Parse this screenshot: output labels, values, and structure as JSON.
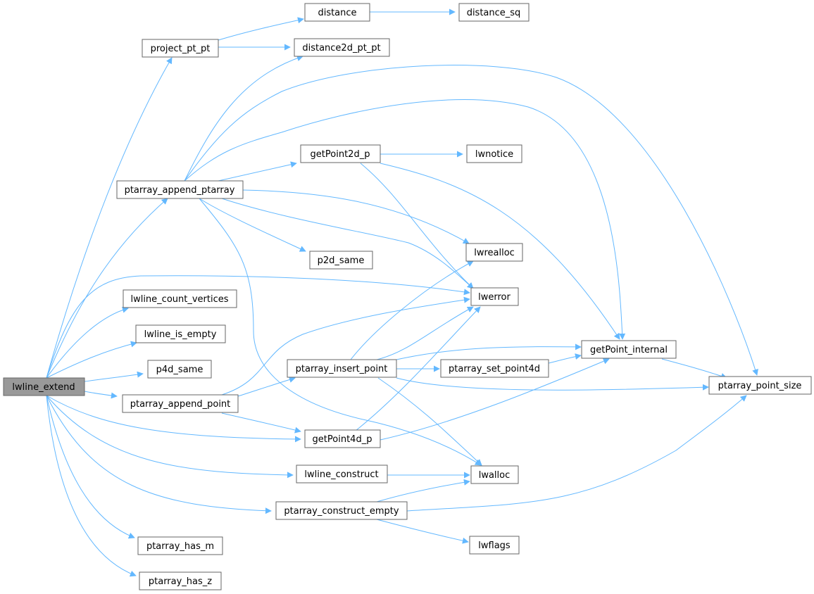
{
  "colors": {
    "edge": "#63b8ff",
    "node_border": "#666666",
    "root_fill": "#999999",
    "node_fill": "#ffffff"
  },
  "nodes": {
    "lwline_extend": "lwline_extend",
    "project_pt_pt": "project_pt_pt",
    "distance": "distance",
    "distance_sq": "distance_sq",
    "distance2d_pt_pt": "distance2d_pt_pt",
    "ptarray_append_ptarray": "ptarray_append_ptarray",
    "getPoint2d_p": "getPoint2d_p",
    "lwnotice": "lwnotice",
    "lwrealloc": "lwrealloc",
    "p2d_same": "p2d_same",
    "lwerror": "lwerror",
    "lwline_count_vertices": "lwline_count_vertices",
    "lwline_is_empty": "lwline_is_empty",
    "p4d_same": "p4d_same",
    "getPoint_internal": "getPoint_internal",
    "ptarray_insert_point": "ptarray_insert_point",
    "ptarray_set_point4d": "ptarray_set_point4d",
    "ptarray_point_size": "ptarray_point_size",
    "ptarray_append_point": "ptarray_append_point",
    "getPoint4d_p": "getPoint4d_p",
    "lwline_construct": "lwline_construct",
    "lwalloc": "lwalloc",
    "ptarray_construct_empty": "ptarray_construct_empty",
    "lwflags": "lwflags",
    "ptarray_has_m": "ptarray_has_m",
    "ptarray_has_z": "ptarray_has_z"
  }
}
